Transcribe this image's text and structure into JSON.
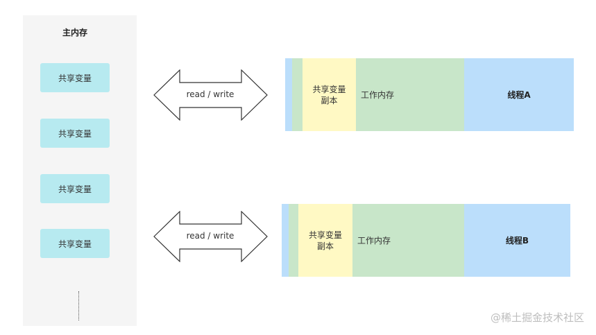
{
  "main_memory": {
    "title": "主内存",
    "variables": [
      "共享变量",
      "共享变量",
      "共享变量",
      "共享变量"
    ]
  },
  "arrows": [
    {
      "label": "read / write"
    },
    {
      "label": "read / write"
    }
  ],
  "threads": [
    {
      "copy_line1": "共享变量",
      "copy_line2": "副本",
      "work_memory": "工作内存",
      "name": "线程A"
    },
    {
      "copy_line1": "共享变量",
      "copy_line2": "副本",
      "work_memory": "工作内存",
      "name": "线程B"
    }
  ],
  "watermark": "@稀土掘金技术社区",
  "colors": {
    "main_memory_bg": "#f5f5f5",
    "variable_bg": "#b7eaf0",
    "thread_bg": "#bbdefb",
    "work_memory_bg": "#c8e6c9",
    "copy_bg": "#fff9c4"
  }
}
